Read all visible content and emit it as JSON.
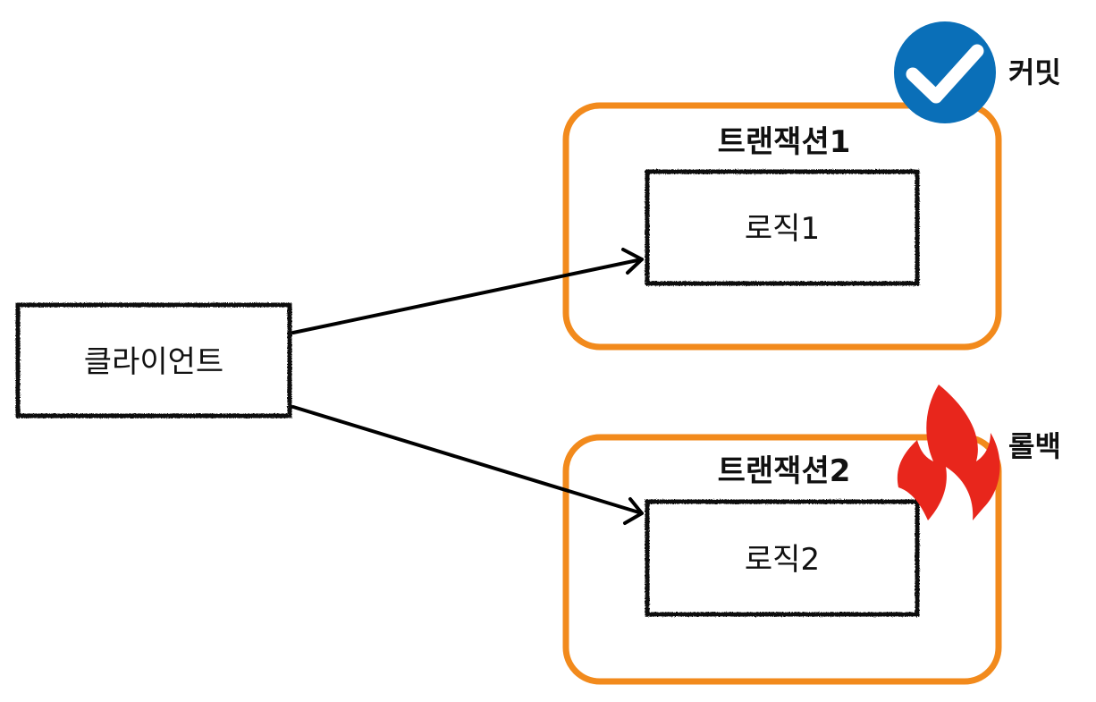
{
  "client": {
    "label": "클라이언트"
  },
  "transactions": [
    {
      "title": "트랜잭션1",
      "logic_label": "로직1",
      "status_label": "커밋",
      "status_icon": "check-circle-icon",
      "status_color": "#0a6fb8"
    },
    {
      "title": "트랜잭션2",
      "logic_label": "로직2",
      "status_label": "롤백",
      "status_icon": "fire-icon",
      "status_color": "#e8261c"
    }
  ],
  "colors": {
    "transaction_border": "#f28a1c",
    "box_border": "#111111",
    "arrow": "#000000"
  }
}
